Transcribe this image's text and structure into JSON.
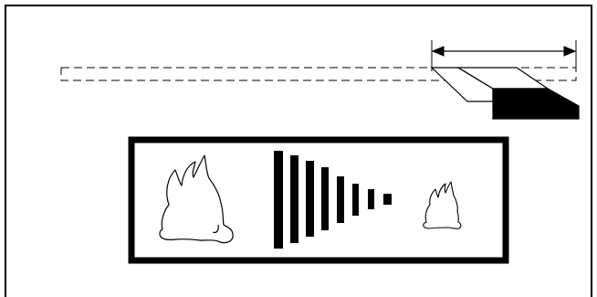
{
  "colors": {
    "background": "#ffffff",
    "stroke": "#000000"
  },
  "diagram": {
    "elements": [
      {
        "name": "outer-frame",
        "description": ""
      },
      {
        "name": "ghost-strip-dashed",
        "description": ""
      },
      {
        "name": "dimension-arrow",
        "description": ""
      },
      {
        "name": "attachment-block",
        "description": ""
      },
      {
        "name": "fire-panel",
        "description": ""
      },
      {
        "name": "large-flame-icon",
        "description": ""
      },
      {
        "name": "bar-gradient",
        "description": "",
        "bar_count": 8
      },
      {
        "name": "small-flame-icon",
        "description": ""
      }
    ]
  }
}
